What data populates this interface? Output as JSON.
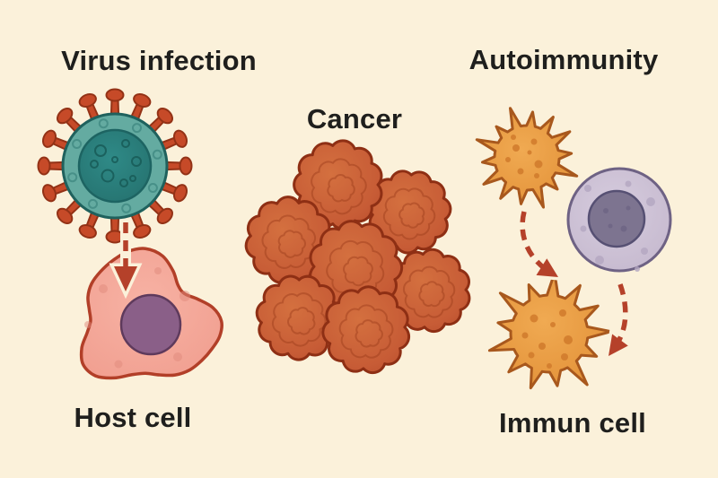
{
  "labels": {
    "virus_infection": "Virus infection",
    "cancer": "Cancer",
    "autoimmunity": "Autoimmunity",
    "host_cell": "Host cell",
    "immun_cell": "Immun cell"
  },
  "figure": {
    "type": "scientific-illustration",
    "panels": [
      {
        "id": "virus-infection",
        "title": "Virus infection",
        "caption": "Host cell",
        "icons": [
          "coronavirus-particle",
          "dashed-arrow-down",
          "host-cell-with-nucleus"
        ]
      },
      {
        "id": "cancer",
        "title": "Cancer",
        "icons": [
          "tumor-cell-cluster-of-seven"
        ]
      },
      {
        "id": "autoimmunity",
        "title": "Autoimmunity",
        "caption": "Immun cell",
        "icons": [
          "dendritic-immune-cell-upper",
          "lymphocyte-cell",
          "dashed-curved-arrow-left",
          "dashed-curved-arrow-right",
          "dendritic-immune-cell-lower"
        ]
      }
    ]
  },
  "palette": {
    "background": "#fbf1da",
    "text": "#1f1f1d",
    "virus_body": "#64aba1",
    "virus_core": "#2a807d",
    "virus_outline": "#1f615d",
    "spike": "#c64a28",
    "spike_outline": "#933216",
    "host_body": "#f4a99b",
    "host_outline": "#b23f28",
    "host_nucleus": "#8a5f88",
    "host_nucleus_outline": "#5e3a5c",
    "tumor_fill": "#c75c36",
    "tumor_outline": "#8e2f14",
    "immune_fill": "#e8953f",
    "immune_outline": "#a8581d",
    "immune_spot": "#d07a2c",
    "lymph_body": "#c9bdd2",
    "lymph_outline": "#6e6284",
    "lymph_nucleus": "#7d7490",
    "lymph_nucleus_outline": "#565073",
    "arrow": "#b5412a"
  }
}
